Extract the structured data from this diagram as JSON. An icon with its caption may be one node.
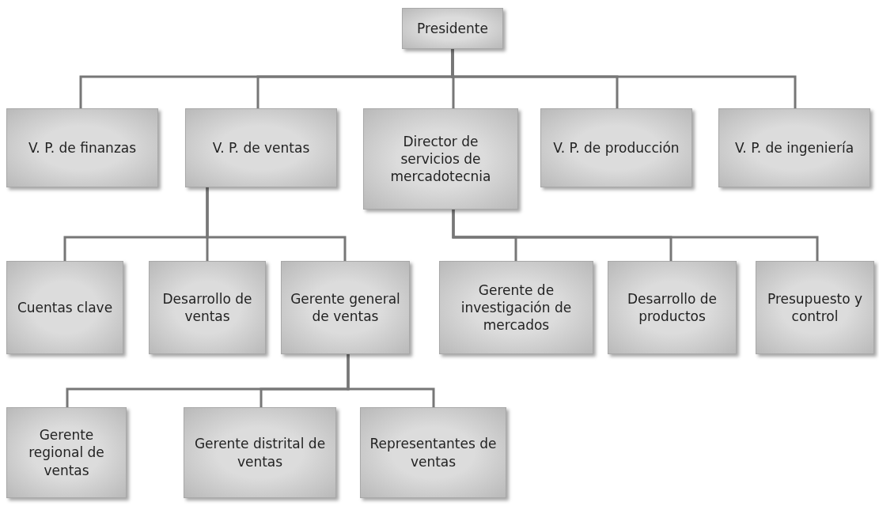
{
  "diagram": {
    "nodes": [
      {
        "text": [
          "Presidente"
        ]
      },
      {
        "text": [
          "V. P. de finanzas"
        ]
      },
      {
        "text": [
          "V. P. de ventas"
        ]
      },
      {
        "text": [
          "Director de servicios de mercadotecnia"
        ]
      },
      {
        "text": [
          "V. P. de producción"
        ]
      },
      {
        "text": [
          "V. P. de ingeniería"
        ]
      },
      {
        "text": [
          "Cuentas clave"
        ]
      },
      {
        "text": [
          "Desarrollo de ventas"
        ]
      },
      {
        "text": [
          "Gerente general de ventas"
        ]
      },
      {
        "text": [
          "Gerente de investigación de mercados"
        ]
      },
      {
        "text": [
          "Desarrollo de productos"
        ]
      },
      {
        "text": [
          "Presupuesto y control"
        ]
      },
      {
        "text": [
          "Gerente regional de ventas"
        ]
      },
      {
        "text": [
          "Gerente distrital de ventas"
        ]
      },
      {
        "text": [
          "Representantes de ventas"
        ]
      }
    ],
    "edges": [
      {
        "from": 0,
        "to": 1,
        "arrow": "none"
      },
      {
        "from": 0,
        "to": 2,
        "arrow": "none"
      },
      {
        "from": 0,
        "to": 3,
        "arrow": "none"
      },
      {
        "from": 0,
        "to": 4,
        "arrow": "none"
      },
      {
        "from": 0,
        "to": 5,
        "arrow": "none"
      },
      {
        "from": 2,
        "to": 6,
        "arrow": "none"
      },
      {
        "from": 2,
        "to": 7,
        "arrow": "none"
      },
      {
        "from": 2,
        "to": 8,
        "arrow": "none"
      },
      {
        "from": 3,
        "to": 9,
        "arrow": "none"
      },
      {
        "from": 3,
        "to": 10,
        "arrow": "none"
      },
      {
        "from": 3,
        "to": 11,
        "arrow": "none"
      },
      {
        "from": 8,
        "to": 12,
        "arrow": "none"
      },
      {
        "from": 8,
        "to": 13,
        "arrow": "none"
      },
      {
        "from": 8,
        "to": 14,
        "arrow": "none"
      }
    ]
  }
}
